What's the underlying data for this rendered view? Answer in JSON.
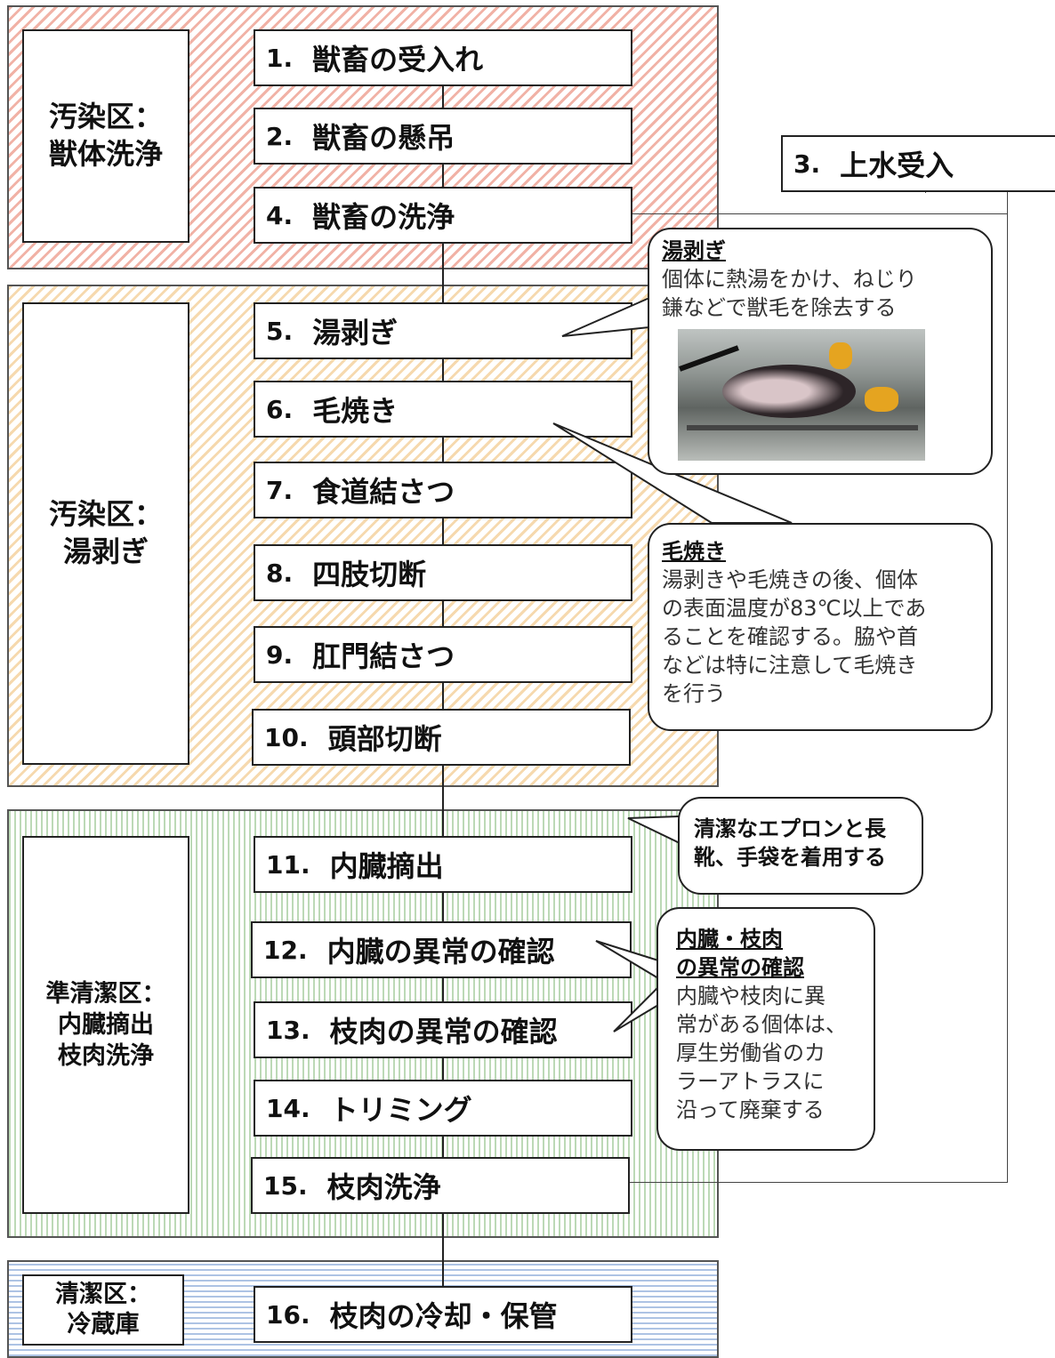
{
  "zones": [
    {
      "label": "汚染区：\n獣体洗浄"
    },
    {
      "label": "汚染区：\n湯剥ぎ"
    },
    {
      "label": "準清潔区：\n内臓摘出\n枝肉洗浄"
    },
    {
      "label": "清潔区：\n冷蔵庫"
    }
  ],
  "steps": [
    {
      "num": "1.",
      "label": "獣畜の受入れ"
    },
    {
      "num": "2.",
      "label": "獣畜の懸吊"
    },
    {
      "num": "4.",
      "label": "獣畜の洗浄"
    },
    {
      "num": "5.",
      "label": "湯剥ぎ"
    },
    {
      "num": "6.",
      "label": "毛焼き"
    },
    {
      "num": "7.",
      "label": "食道結さつ"
    },
    {
      "num": "8.",
      "label": "四肢切断"
    },
    {
      "num": "9.",
      "label": "肛門結さつ"
    },
    {
      "num": "10.",
      "label": "頭部切断"
    },
    {
      "num": "11.",
      "label": "内臓摘出"
    },
    {
      "num": "12.",
      "label": "内臓の異常の確認"
    },
    {
      "num": "13.",
      "label": "枝肉の異常の確認"
    },
    {
      "num": "14.",
      "label": "トリミング"
    },
    {
      "num": "15.",
      "label": "枝肉洗浄"
    },
    {
      "num": "16.",
      "label": "枝肉の冷却・保管"
    }
  ],
  "water_supply": {
    "num": "3.",
    "label": "上水受入"
  },
  "callouts": {
    "yuhagi": {
      "title": "湯剥ぎ",
      "body": "個体に熱湯をかけ、ねじり\n鎌などで獣毛を除去する"
    },
    "keyaki": {
      "title": "毛焼き",
      "body": "湯剥きや毛焼きの後、個体\nの表面温度が83℃以上であ\nることを確認する。脇や首\nなどは特に注意して毛焼き\nを行う"
    },
    "apron": {
      "body": "清潔なエプロンと長\n靴、手袋を着用する"
    },
    "abnormal": {
      "title": "内臓・枝肉\nの異常の確認",
      "body": "内臓や枝肉に異\n常がある個体は、\n厚生労働省のカ\nラーアトラスに\n沿って廃棄する"
    }
  },
  "photo": {
    "description_icon": "scalding-photo"
  }
}
